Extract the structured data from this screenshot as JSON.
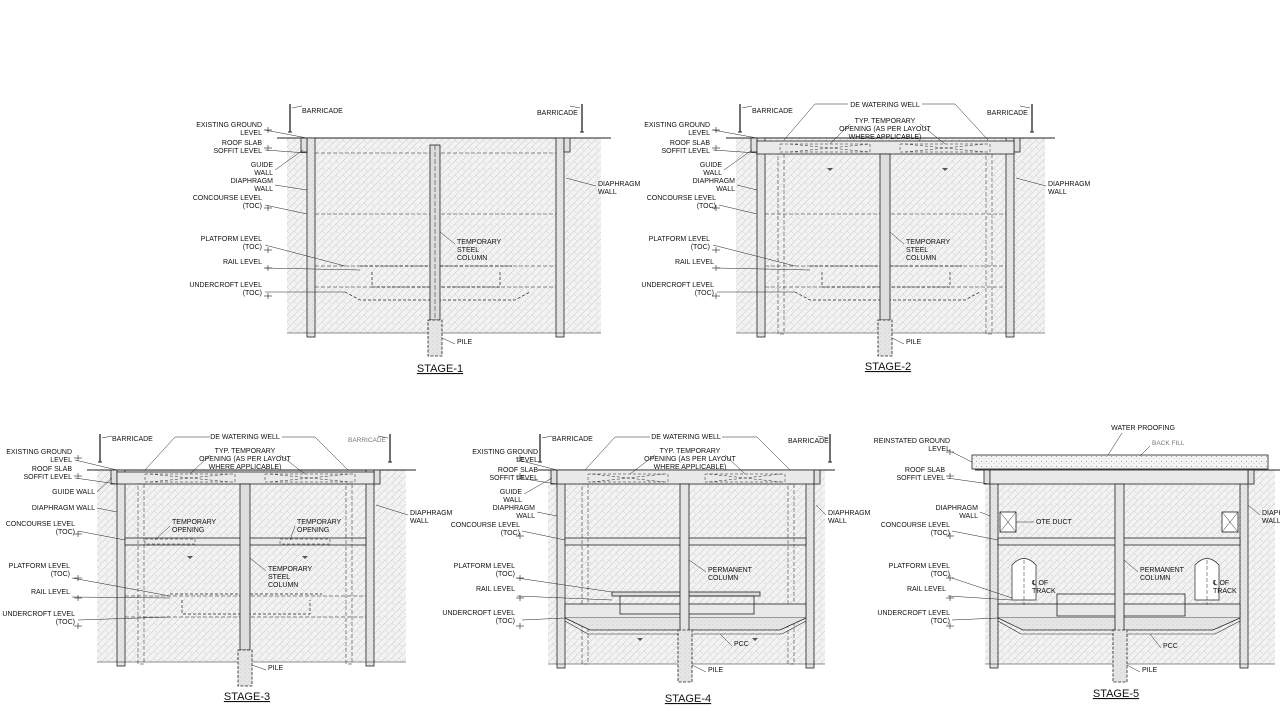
{
  "stages": [
    {
      "title": "STAGE-1",
      "barricade_left": "BARRICADE",
      "barricade_right": "BARRICADE",
      "existing_ground": [
        "EXISTING GROUND",
        "LEVEL"
      ],
      "roof_slab": [
        "ROOF SLAB",
        "SOFFIT LEVEL"
      ],
      "guide_wall": [
        "GUIDE",
        "WALL"
      ],
      "diaphragm_left": [
        "DIAPHRAGM",
        "WALL"
      ],
      "diaphragm_right": [
        "DIAPHRAGM",
        "WALL"
      ],
      "concourse": [
        "CONCOURSE LEVEL",
        "(TOC)"
      ],
      "platform": [
        "PLATFORM LEVEL",
        "(TOC)"
      ],
      "rail": [
        "RAIL LEVEL"
      ],
      "undercroft": [
        "UNDERCROFT LEVEL",
        "(TOC)"
      ],
      "column": [
        "TEMPORARY",
        "STEEL",
        "COLUMN"
      ],
      "pile": "PILE"
    },
    {
      "title": "STAGE-2",
      "barricade_left": "BARRICADE",
      "barricade_right": "BARRICADE",
      "dewatering": "DE WATERING WELL",
      "opening": [
        "TYP. TEMPORARY",
        "OPENING (AS PER LAYOUT",
        "WHERE APPLICABLE)"
      ],
      "existing_ground": [
        "EXISTING GROUND",
        "LEVEL"
      ],
      "roof_slab": [
        "ROOF SLAB",
        "SOFFIT LEVEL"
      ],
      "guide_wall": [
        "GUIDE",
        "WALL"
      ],
      "diaphragm_left": [
        "DIAPHRAGM",
        "WALL"
      ],
      "diaphragm_right": [
        "DIAPHRAGM",
        "WALL"
      ],
      "concourse": [
        "CONCOURSE LEVEL",
        "(TOC)"
      ],
      "platform": [
        "PLATFORM LEVEL",
        "(TOC)"
      ],
      "rail": [
        "RAIL LEVEL"
      ],
      "undercroft": [
        "UNDERCROFT LEVEL",
        "(TOC)"
      ],
      "column": [
        "TEMPORARY",
        "STEEL",
        "COLUMN"
      ],
      "pile": "PILE"
    },
    {
      "title": "STAGE-3",
      "barricade_left": "BARRICADE",
      "barricade_right": "BARRICADE",
      "dewatering": "DE WATERING WELL",
      "opening": [
        "TYP. TEMPORARY",
        "OPENING (AS PER LAYOUT",
        "WHERE APPLICABLE)"
      ],
      "existing_ground": [
        "EXISTING GROUND",
        "LEVEL"
      ],
      "roof_slab": [
        "ROOF SLAB",
        "SOFFIT LEVEL"
      ],
      "guide_wall": [
        "GUIDE WALL"
      ],
      "diaphragm_left": [
        "DIAPHRAGM WALL"
      ],
      "diaphragm_right": [
        "DIAPHRAGM",
        "WALL"
      ],
      "concourse": [
        "CONCOURSE LEVEL",
        "(TOC)"
      ],
      "temp_opening_1": [
        "TEMPORARY",
        "OPENING"
      ],
      "temp_opening_2": [
        "TEMPORARY",
        "OPENING"
      ],
      "platform": [
        "PLATFORM LEVEL",
        "(TOC)"
      ],
      "rail": [
        "RAIL LEVEL"
      ],
      "undercroft": [
        "UNDERCROFT LEVEL",
        "(TOC)"
      ],
      "column": [
        "TEMPORARY",
        "STEEL",
        "COLUMN"
      ],
      "pile": "PILE"
    },
    {
      "title": "STAGE-4",
      "barricade_left": "BARRICADE",
      "barricade_right": "BARRICADE",
      "dewatering": "DE WATERING WELL",
      "opening": [
        "TYP. TEMPORARY",
        "OPENING (AS PER LAYOUT",
        "WHERE APPLICABLE)"
      ],
      "existing_ground": [
        "EXISTING GROUND",
        "LEVEL"
      ],
      "roof_slab": [
        "ROOF SLAB",
        "SOFFIT LEVEL"
      ],
      "guide_wall": [
        "GUIDE",
        "WALL"
      ],
      "diaphragm_left": [
        "DIAPHRAGM",
        "WALL"
      ],
      "diaphragm_right": [
        "DIAPHRAGM",
        "WALL"
      ],
      "concourse": [
        "CONCOURSE LEVEL",
        "(TOC)"
      ],
      "platform": [
        "PLATFORM LEVEL",
        "(TOC)"
      ],
      "rail": [
        "RAIL LEVEL"
      ],
      "undercroft": [
        "UNDERCROFT LEVEL",
        "(TOC)"
      ],
      "column": [
        "PERMANENT",
        "COLUMN"
      ],
      "pcc": "PCC",
      "pile": "PILE"
    },
    {
      "title": "STAGE-5",
      "water_proofing": "WATER PROOFING",
      "back_fill": "BACK FILL",
      "reinstated_ground": [
        "REINSTATED GROUND",
        "LEVEL"
      ],
      "roof_slab": [
        "ROOF SLAB",
        "SOFFIT LEVEL"
      ],
      "diaphragm_left": [
        "DIAPHRAGM",
        "WALL"
      ],
      "diaphragm_right": [
        "DIAPH",
        "WALL"
      ],
      "ote_duct": "OTE DUCT",
      "concourse": [
        "CONCOURSE LEVEL",
        "(TOC)"
      ],
      "platform": [
        "PLATFORM LEVEL",
        "(TOC)"
      ],
      "rail": [
        "RAIL LEVEL"
      ],
      "undercroft": [
        "UNDERCROFT LEVEL",
        "(TOC)"
      ],
      "column": [
        "PERMANENT",
        "COLUMN"
      ],
      "track_left": [
        "℄ OF",
        "TRACK"
      ],
      "track_right": [
        "℄ OF",
        "TRACK"
      ],
      "pcc": "PCC",
      "pile": "PILE"
    }
  ],
  "colors": {
    "line": "#222222",
    "soil": "#efefef",
    "concrete": "#e4e4e4",
    "label_grey": "#777777"
  }
}
